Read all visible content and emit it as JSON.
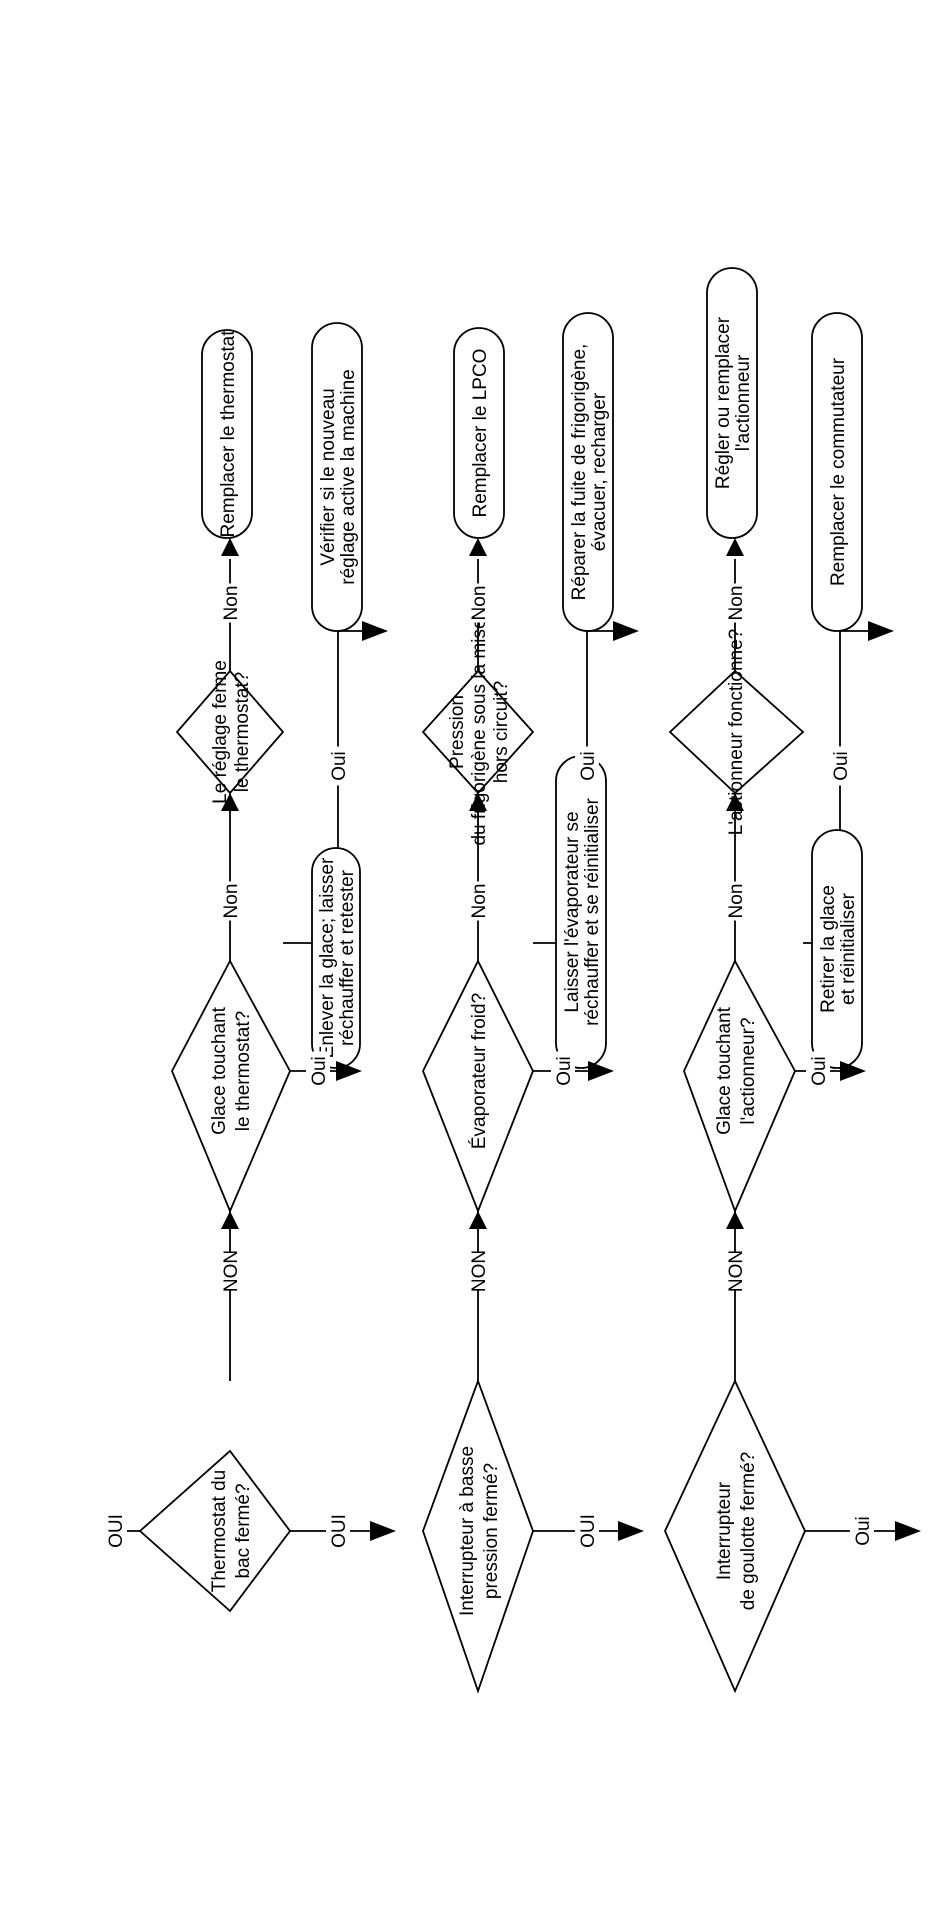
{
  "flowchart": {
    "entry_label": "OUI",
    "rows": [
      {
        "decision_1": [
          "Thermostat du",
          "bac fermé?"
        ],
        "yes_label": "OUI",
        "no_label": "NON",
        "decision_2": [
          "Glace touchant",
          "le thermostat?"
        ],
        "d2_yes": "Oui",
        "d2_no": "Non",
        "action_2": [
          "Enlever la glace; laisser",
          "réchauffer et retester"
        ],
        "decision_3": [
          "Le réglage ferme",
          "le thermostat?"
        ],
        "d3_yes": "Oui",
        "d3_no": "Non",
        "action_3_yes": [
          "Vérifier si le nouveau",
          "réglage active la machine"
        ],
        "action_3_no": [
          "Remplacer le thermostat"
        ]
      },
      {
        "decision_1": [
          "Interrupteur à basse",
          "pression fermé?"
        ],
        "yes_label": "OUI",
        "no_label": "NON",
        "decision_2": [
          "Évaporateur froid?"
        ],
        "d2_yes": "Oui",
        "d2_no": "Non",
        "action_2": [
          "Laisser l'évaporateur se",
          "réchauffer et se réinitialiser"
        ],
        "decision_3": [
          "Pression",
          "du frigorigène sous la mise",
          "hors circuit?"
        ],
        "d3_yes": "Oui",
        "d3_no": "Non",
        "action_3_yes": [
          "Réparer la fuite de frigorigène,",
          "évacuer, recharger"
        ],
        "action_3_no": [
          "Remplacer le LPCO"
        ]
      },
      {
        "decision_1": [
          "Interrupteur",
          "de goulotte fermé?"
        ],
        "yes_label": "Oui",
        "no_label": "NON",
        "decision_2": [
          "Glace touchant",
          "l'actionneur?"
        ],
        "d2_yes": "Oui",
        "d2_no": "Non",
        "action_2": [
          "Retirer la glace",
          "et réinitialiser"
        ],
        "decision_3": [
          "L'actionneur fonctionne?"
        ],
        "d3_yes": "Oui",
        "d3_no": "Non",
        "action_3_yes": [
          "Remplacer le commutateur"
        ],
        "action_3_no": [
          "Régler ou remplacer",
          "l'actionneur"
        ]
      }
    ]
  }
}
